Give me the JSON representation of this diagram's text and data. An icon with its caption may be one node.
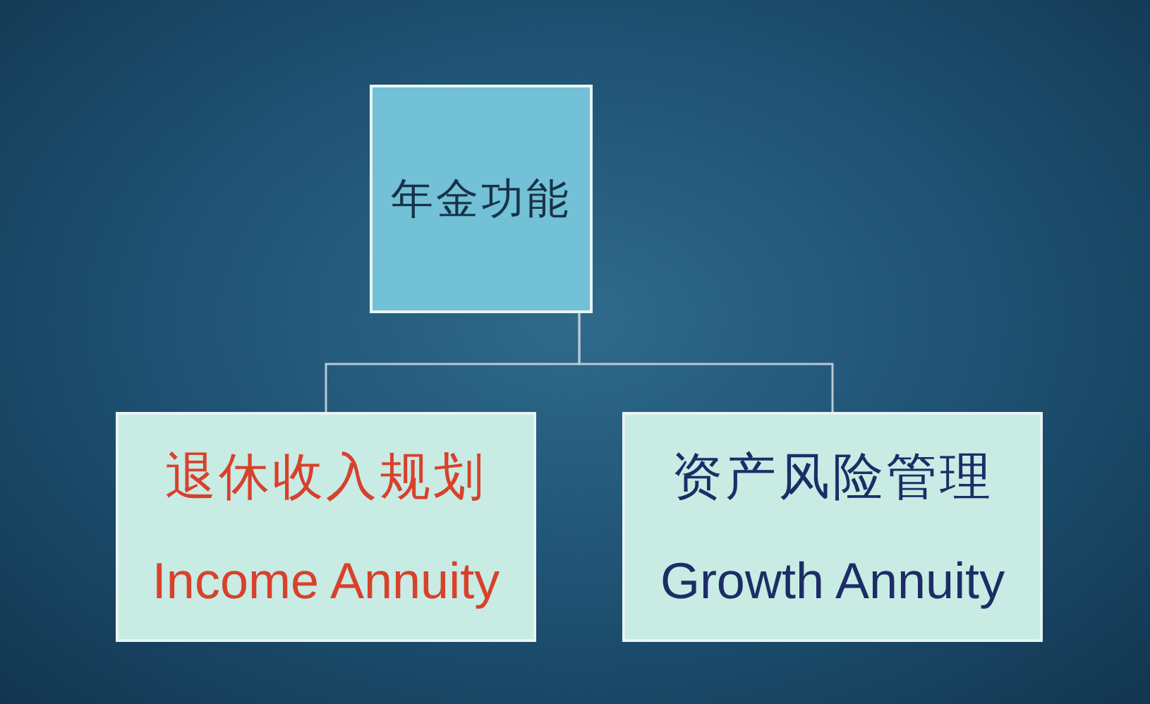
{
  "diagram": {
    "nodes": [
      {
        "text": [
          "年金功能"
        ]
      },
      {
        "text": [
          "退休收入规划",
          "Income Annuity"
        ]
      },
      {
        "text": [
          "资产风险管理",
          "Growth Annuity"
        ]
      }
    ],
    "edges": [
      {
        "from": 0,
        "to": 1,
        "arrow": "none"
      },
      {
        "from": 0,
        "to": 2,
        "arrow": "none"
      }
    ]
  }
}
